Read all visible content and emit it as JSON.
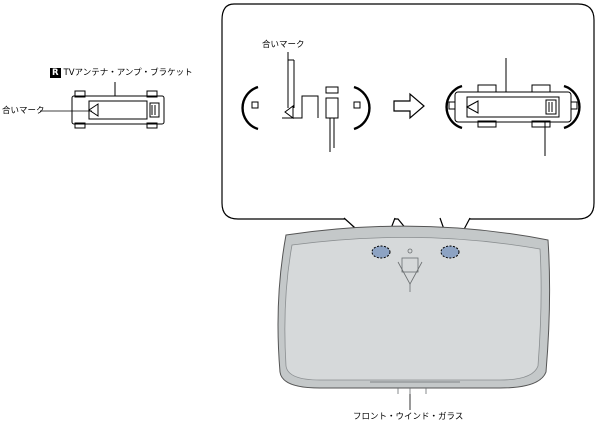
{
  "badge": {
    "letter": "R"
  },
  "labels": {
    "bracket_title": "TVアンテナ・アンプ・ブラケット",
    "align_mark_left": "合いマーク",
    "align_mark_callout": "合いマーク",
    "windshield": "フロント・ウインド・ガラス"
  },
  "icons": {
    "arrow": "right-arrow-icon"
  }
}
